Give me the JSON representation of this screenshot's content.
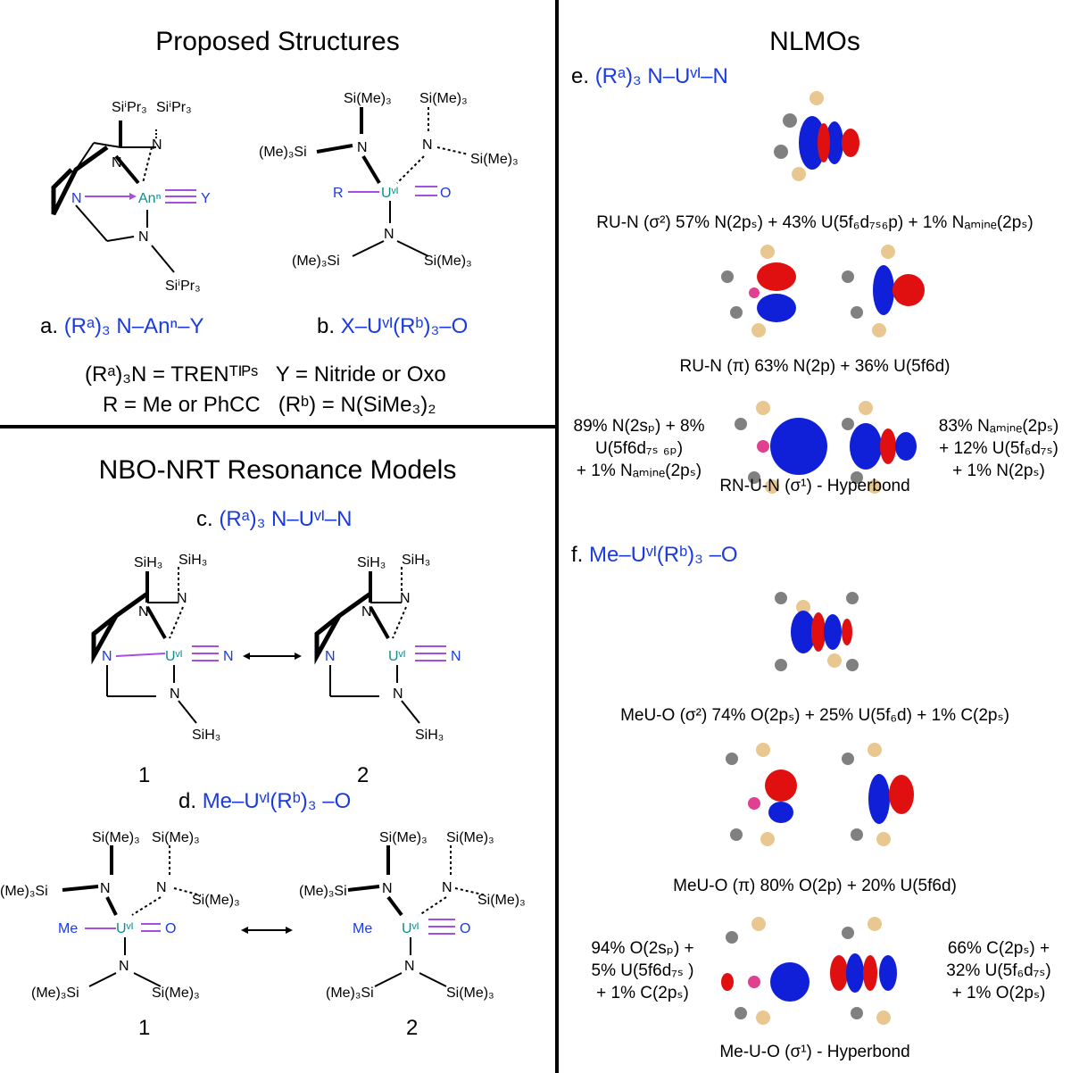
{
  "left_top": {
    "title": "Proposed Structures",
    "a_prefix": "a.",
    "a_label": "(Rᵃ)₃ N–Anⁿ–Y",
    "b_prefix": "b.",
    "b_label": "X–Uᵛᴵ(Rᵇ)₃–O",
    "def_line1_a": "(Rᵃ)₃N = TRENᵀᴵᴾˢ",
    "def_line1_b": "Y = Nitride or Oxo",
    "def_line2_a": "R = Me or PhCC",
    "def_line2_b": "(Rᵇ)  = N(SiMe₃)₂",
    "struct_a": {
      "si1": "SiⁱPr₃",
      "si2": "SiⁱPr₃",
      "si3": "SiⁱPr₃",
      "n": "N",
      "an": "Anⁿ",
      "y": "Y"
    },
    "struct_b": {
      "si1": "Si(Me)₃",
      "si2": "Si(Me)₃",
      "si3": "(Me)₃Si",
      "si4": "Si(Me)₃",
      "si5": "(Me)₃Si",
      "si6": "Si(Me)₃",
      "n": "N",
      "u": "Uᵛᴵ",
      "o": "O",
      "r": "R"
    }
  },
  "left_bottom": {
    "title": "NBO-NRT Resonance Models",
    "c_prefix": "c.",
    "c_label": "(Rᵃ)₃ N–Uᵛᴵ–N",
    "d_prefix": "d.",
    "d_label": "Me–Uᵛᴵ(Rᵇ)₃ –O",
    "c1": "1",
    "c2": "2",
    "d1": "1",
    "d2": "2",
    "c_atoms": {
      "sih3": "SiH₃",
      "n": "N",
      "u": "Uᵛᴵ"
    },
    "d_atoms": {
      "sime3": "Si(Me)₃",
      "me3si": "(Me)₃Si",
      "n": "N",
      "u": "Uᵛᴵ",
      "o": "O",
      "me": "Me"
    }
  },
  "right": {
    "title": "NLMOs",
    "e_prefix": "e.",
    "e_label": "(Rᵃ)₃ N–Uᵛᴵ–N",
    "f_prefix": "f.",
    "f_label": "Me–Uᵛᴵ(Rᵇ)₃ –O",
    "e_sigma2": "RU-N (σ²)  57% N(2pₛ) + 43% U(5f₆d₇ₛ₆p) + 1% Nₐₘᵢₙₑ(2pₛ)",
    "e_pi": "RU-N (π)  63% N(2p) + 36% U(5f6d)",
    "e_hyper_left": [
      "89% N(2sₚ) + 8%",
      "U(5f6d₇ₛ ₆ₚ)",
      "+ 1% Nₐₘᵢₙₑ(2pₛ)"
    ],
    "e_hyper_right": [
      "83% Nₐₘᵢₙₑ(2pₛ)",
      "+ 12% U(5f₆d₇ₛ)",
      "+ 1% N(2pₛ)"
    ],
    "e_hyper": "RN-U-N (σ¹) - Hyperbond",
    "f_sigma2": "MeU-O (σ²)  74% O(2pₛ) + 25% U(5f₆d) + 1% C(2pₛ)",
    "f_pi": "MeU-O (π)  80% O(2p) + 20% U(5f6d)",
    "f_hyper_left": [
      "94% O(2sₚ) +",
      "5% U(5f6d₇ₛ )",
      "+ 1% C(2pₛ)"
    ],
    "f_hyper_right": [
      "66% C(2pₛ) +",
      "32% U(5f₆d₇ₛ)",
      "+ 1% O(2pₛ)"
    ],
    "f_hyper": "Me-U-O (σ¹) - Hyperbond"
  },
  "colors": {
    "blue": "#1b3be0",
    "teal": "#0b8f8f",
    "purple": "#a64ee0",
    "orbital_red": "#e01010",
    "orbital_blue": "#1020d8",
    "gold": "#e8c890",
    "grey": "#808080"
  }
}
